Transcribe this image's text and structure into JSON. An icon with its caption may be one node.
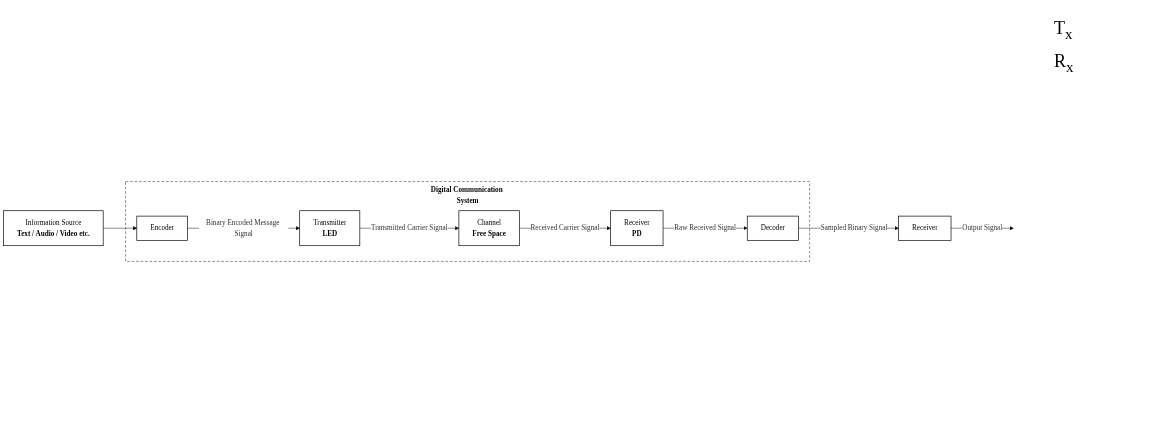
{
  "diagram": {
    "nodes": [
      {
        "text": [
          "Information Source",
          "Text / Audio / Video etc."
        ]
      },
      {
        "text": [
          "Digital Communication System"
        ]
      },
      {
        "text": [
          "Encoder"
        ],
        "in": 1
      },
      {
        "text": [
          "Decoder"
        ],
        "in": 1
      },
      {
        "text": [
          "Receiver"
        ]
      },
      {
        "text": [
          "Transmitter",
          "LED"
        ],
        "in": 1
      },
      {
        "text": [
          "Receiver",
          "PD"
        ],
        "in": 1
      },
      {
        "text": [
          "Channel",
          "Free Space"
        ],
        "in": 1
      }
    ],
    "edges": [
      {
        "from": 0,
        "to": 2,
        "arrow": "to"
      },
      {
        "from": 2,
        "to": 5,
        "arrow": "to",
        "label": "Binary Encoded Message Signal"
      },
      {
        "from": 5,
        "to": 7,
        "arrow": "to",
        "label": "Transmitted Carrier Signal"
      },
      {
        "from": 7,
        "to": 6,
        "arrow": "to",
        "label": "Received Carrier Signal"
      },
      {
        "from": 6,
        "to": 3,
        "arrow": "to",
        "label": "Raw Received Signal"
      },
      {
        "from": 3,
        "to": 4,
        "arrow": "to",
        "label": "Sampled Binary Signal"
      },
      {
        "from": 4,
        "to": null,
        "arrow": "to",
        "label": "Output Signal"
      }
    ],
    "labels": [
      "T$_{x}$",
      "R$_{x}$"
    ]
  }
}
